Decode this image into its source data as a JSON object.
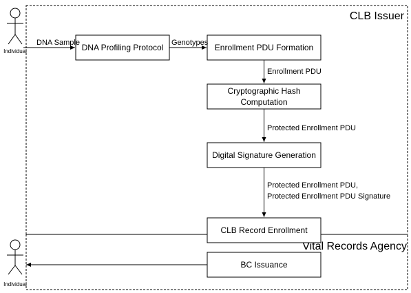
{
  "zones": {
    "issuer": "CLB Issuer",
    "agency": "Vital Records Agency"
  },
  "actors": {
    "top": "Individual",
    "bottom": "Individual"
  },
  "boxes": {
    "dna_profiling": "DNA Profiling Protocol",
    "enrollment_pdu_formation": "Enrollment PDU Formation",
    "hash_line1": "Cryptographic Hash",
    "hash_line2": "Computation",
    "signature_generation": "Digital Signature Generation",
    "record_enrollment": "CLB Record Enrollment",
    "bc_issuance": "BC Issuance"
  },
  "edges": {
    "dna_sample": "DNA Sample",
    "genotypes": "Genotypes",
    "enrollment_pdu": "Enrollment PDU",
    "protected_pdu": "Protected Enrollment PDU",
    "protected_pdu_2": "Protected Enrollment PDU,",
    "protected_pdu_signature": "Protected Enrollment PDU Signature"
  }
}
